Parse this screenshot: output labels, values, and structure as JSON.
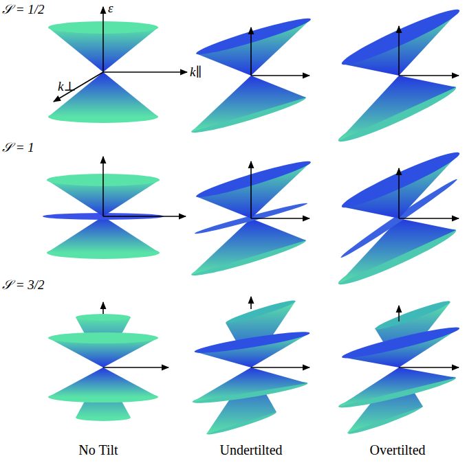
{
  "diagram": {
    "labels": [
      "𝒮 = 1/2",
      "ε",
      "k⊥",
      "k∥",
      "𝒮 = 1",
      "𝒮 = 3/2",
      "No Tilt",
      "Undertilted",
      "Overtilted"
    ]
  }
}
